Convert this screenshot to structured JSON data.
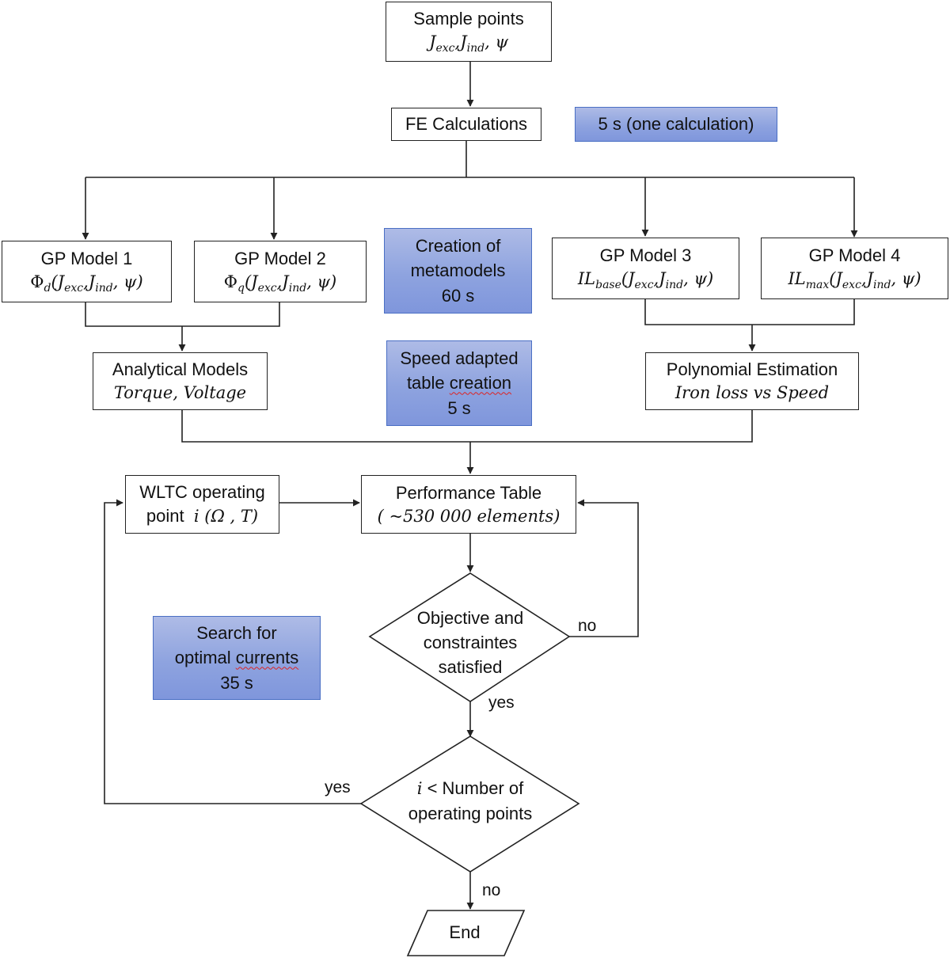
{
  "nodes": {
    "sample_points": {
      "title": "Sample points",
      "math": "Jₑₓc, Jᵢₙd, ψ"
    },
    "fe_calc": {
      "title": "FE Calculations"
    },
    "gp1": {
      "title": "GP Model 1",
      "math_prefix": "Φ",
      "math_sub": "d",
      "math_args": "(J"
    },
    "gp2": {
      "title": "GP Model 2",
      "math_prefix": "Φ",
      "math_sub": "q"
    },
    "gp3": {
      "title": "GP Model 3",
      "math_prefix": "IL",
      "math_sub": "base"
    },
    "gp4": {
      "title": "GP Model 4",
      "math_prefix": "IL",
      "math_sub": "max"
    },
    "analytical": {
      "title": "Analytical Models",
      "math": "Torque, Voltage"
    },
    "polynomial": {
      "title": "Polynomial Estimation",
      "math": "Iron loss vs Speed"
    },
    "performance": {
      "title": "Performance Table",
      "math": "( ~530 000 elements)"
    },
    "wltc": {
      "line1": "WLTC operating",
      "line2": "point",
      "math": "i (Ω , T)"
    },
    "objective": {
      "line1": "Objective and",
      "line2": "constraintes",
      "line3": "satisfied"
    },
    "count": {
      "math": "i",
      "line1": " < Number of",
      "line2": "operating points"
    },
    "end": {
      "title": "End"
    }
  },
  "args": {
    "j_exc_sub": "exc",
    "j_ind_sub": "ind",
    "psi": "ψ"
  },
  "timings": {
    "fe": "5 s (one calculation)",
    "metamodels": {
      "line1": "Creation of",
      "line2": "metamodels",
      "line3": "60 s"
    },
    "speed_table": {
      "line1": "Speed adapted",
      "line2a": "table ",
      "line2b": "creation",
      "line3": "5 s"
    },
    "search": {
      "line1": "Search for",
      "line2a": "optimal ",
      "line2b": "currents",
      "line3": "35 s"
    }
  },
  "edge_labels": {
    "no_top": "no",
    "yes_obj": "yes",
    "yes_loop": "yes",
    "no_end": "no"
  }
}
